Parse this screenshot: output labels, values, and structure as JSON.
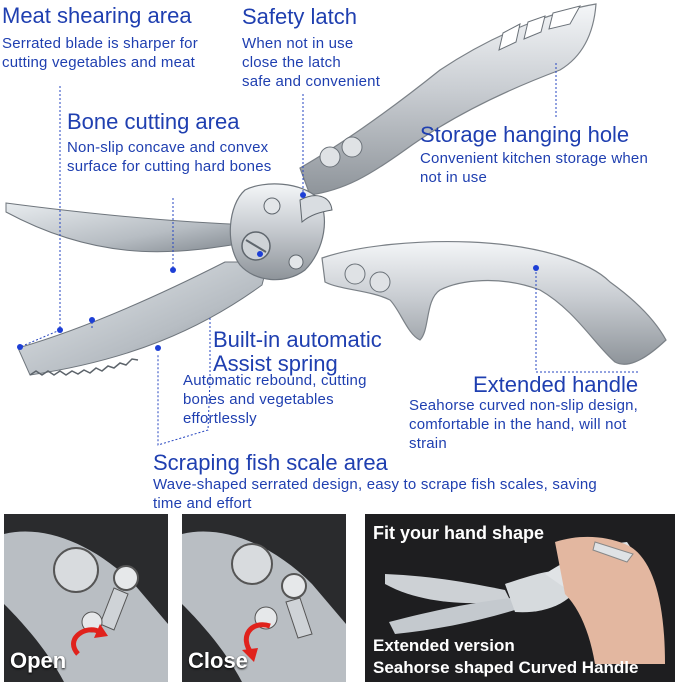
{
  "callouts": {
    "meat": {
      "title": "Meat shearing area",
      "desc": [
        "Serrated blade is sharper for",
        "cutting vegetables and meat"
      ]
    },
    "latch": {
      "title": "Safety latch",
      "desc": [
        "When not in use",
        "close the latch",
        "safe and convenient"
      ]
    },
    "bone": {
      "title": "Bone cutting area",
      "desc": [
        "Non-slip concave and convex",
        "surface for cutting hard bones"
      ]
    },
    "hole": {
      "title": "Storage hanging hole",
      "desc": [
        "Convenient kitchen storage when",
        "not in use"
      ]
    },
    "spring": {
      "title": [
        "Built-in automatic",
        "Assist spring"
      ],
      "desc": [
        "Automatic rebound, cutting",
        "bones and vegetables",
        "effortlessly"
      ]
    },
    "handle": {
      "title": "Extended handle",
      "desc": [
        "Seahorse curved non-slip design,",
        "comfortable in the hand, will not",
        "strain"
      ]
    },
    "scale": {
      "title": "Scraping fish scale area",
      "desc": [
        "Wave-shaped serrated design, easy to scrape fish scales, saving",
        "time and effort"
      ]
    }
  },
  "panels": {
    "open": "Open",
    "close": "Close",
    "fit": {
      "head": "Fit your hand shape",
      "line1": "Extended version",
      "line2": "Seahorse shaped Curved Handle"
    }
  },
  "colors": {
    "text": "#1f3fb0",
    "leader": "#2545c0",
    "dot": "#1d3fd6",
    "steel": "#c9cdd2",
    "panel_bg": "#1f1f20",
    "arrow": "#e0221c"
  }
}
